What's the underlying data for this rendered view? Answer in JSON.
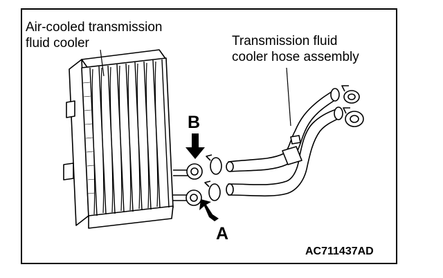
{
  "labels": {
    "cooler_line1": "Air-cooled transmission",
    "cooler_line2": "fluid cooler",
    "hose_line1": "Transmission fluid",
    "hose_line2": "cooler hose assembly"
  },
  "markers": {
    "b": "B",
    "a": "A"
  },
  "figure_code": "AC711437AD"
}
